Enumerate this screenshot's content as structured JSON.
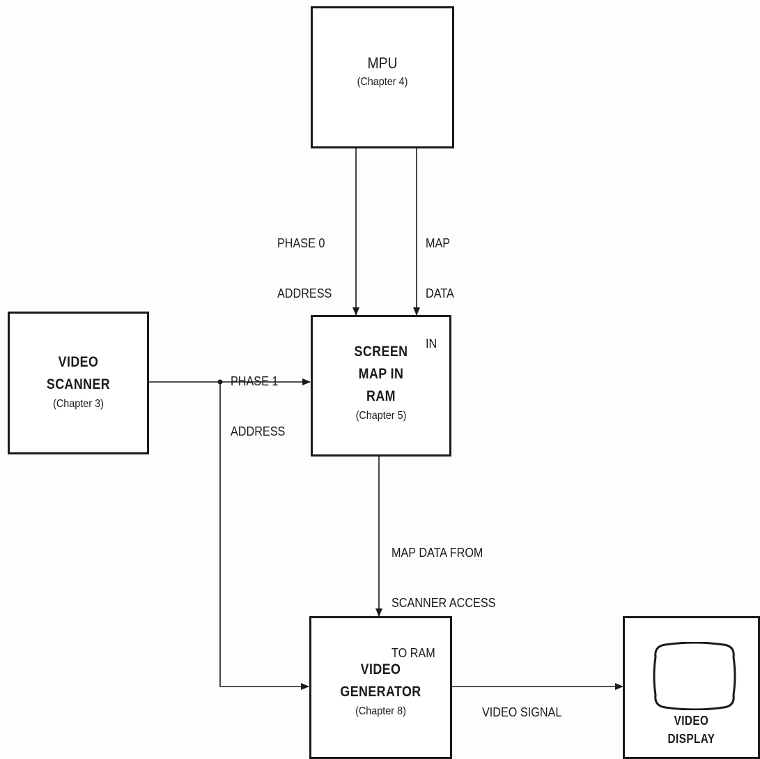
{
  "blocks": {
    "mpu": {
      "title": "MPU",
      "chapter": "(Chapter 4)"
    },
    "video_scanner": {
      "title_lines": [
        "VIDEO",
        "SCANNER"
      ],
      "chapter": "(Chapter 3)"
    },
    "screen_map": {
      "title_lines": [
        "SCREEN",
        "MAP IN",
        "RAM"
      ],
      "chapter": "(Chapter 5)"
    },
    "video_generator": {
      "title_lines": [
        "VIDEO",
        "GENERATOR"
      ],
      "chapter": "(Chapter 8)"
    },
    "video_display": {
      "title_lines": [
        "VIDEO",
        "DISPLAY"
      ]
    }
  },
  "connections": {
    "phase0_address": [
      "PHASE 0",
      "ADDRESS"
    ],
    "map_data_in": [
      "MAP",
      "DATA",
      "IN"
    ],
    "phase1_address": [
      "PHASE 1",
      "ADDRESS"
    ],
    "map_data_from_scanner": [
      "MAP DATA FROM",
      "SCANNER ACCESS",
      "TO RAM"
    ],
    "video_signal": "VIDEO SIGNAL"
  }
}
